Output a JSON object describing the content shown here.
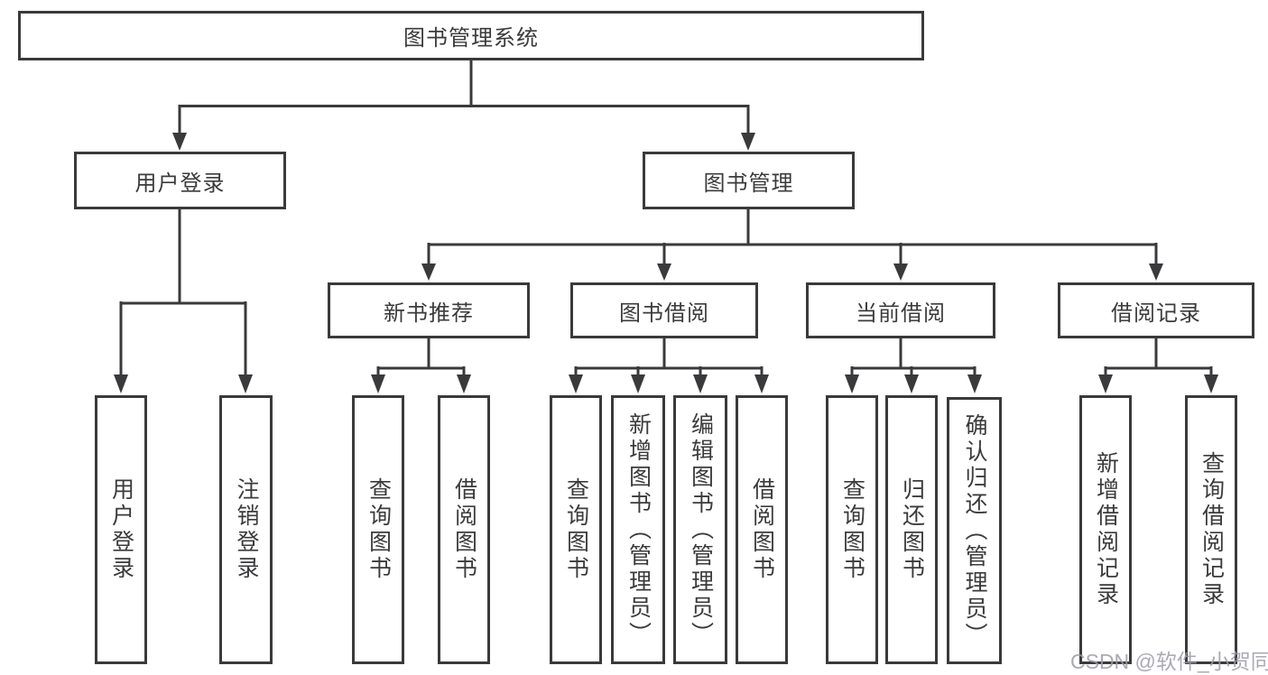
{
  "tree": {
    "root": {
      "label": "图书管理系统"
    },
    "branches": [
      {
        "label": "用户登录",
        "children": [
          {
            "label": "用户登录"
          },
          {
            "label": "注销登录"
          }
        ]
      },
      {
        "label": "图书管理",
        "sections": [
          {
            "label": "新书推荐",
            "children": [
              {
                "label": "查询图书"
              },
              {
                "label": "借阅图书"
              }
            ]
          },
          {
            "label": "图书借阅",
            "children": [
              {
                "label": "查询图书"
              },
              {
                "label": "新增图书（管理员）"
              },
              {
                "label": "编辑图书（管理员）"
              },
              {
                "label": "借阅图书"
              }
            ]
          },
          {
            "label": "当前借阅",
            "children": [
              {
                "label": "查询图书"
              },
              {
                "label": "归还图书"
              },
              {
                "label": "确认归还（管理员）"
              }
            ]
          },
          {
            "label": "借阅记录",
            "children": [
              {
                "label": "新增借阅记录"
              },
              {
                "label": "查询借阅记录"
              }
            ]
          }
        ]
      }
    ]
  },
  "watermark": {
    "text": "CSDN @软件_小贺同学"
  },
  "colors": {
    "line": "#3a3a3c",
    "text": "#3b3b3d",
    "box_bg": "#ffffff",
    "page_bg": "#ffffff",
    "watermark": "#9c9ca6"
  }
}
